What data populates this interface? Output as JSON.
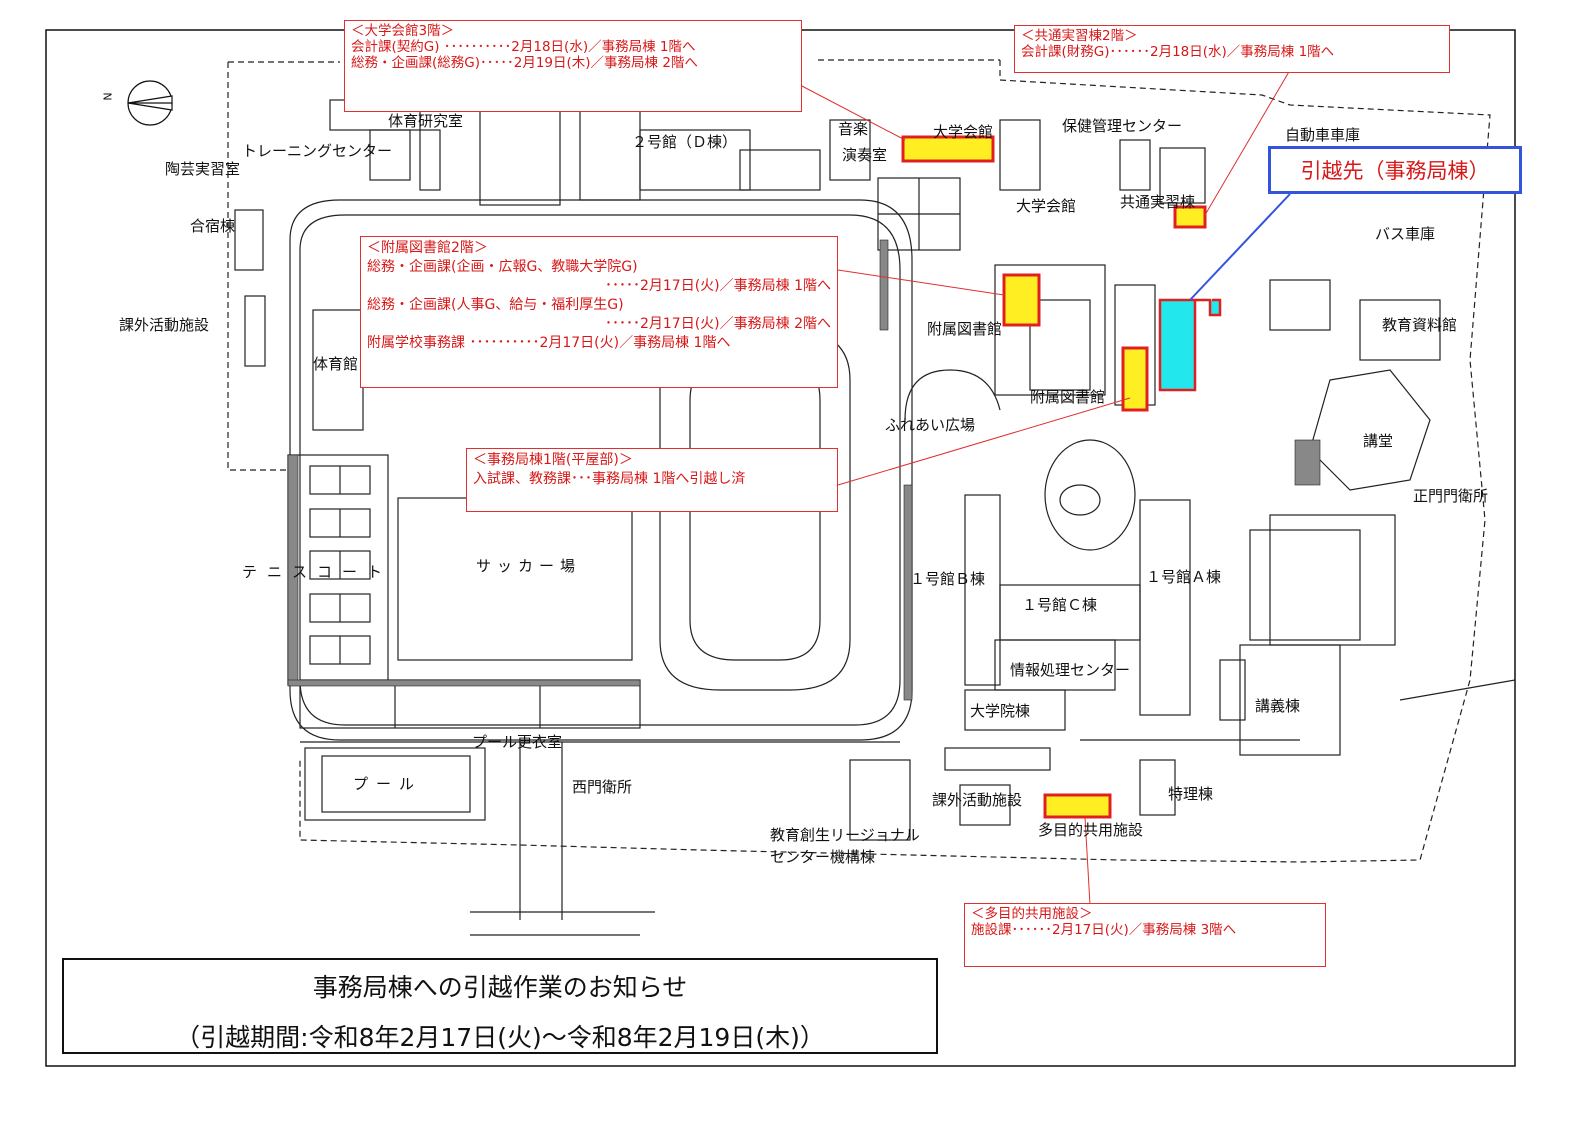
{
  "colors": {
    "highlight_fill": "#ffee22",
    "highlight_stroke": "#e02020",
    "destination_fill": "#22e8ee",
    "note_red": "#d81818",
    "destination_frame": "#3355dd"
  },
  "compass": {
    "label": "N"
  },
  "title": {
    "line1": "事務局棟への引越作業のお知らせ",
    "line2": "（引越期間:令和8年2月17日(火)～令和8年2月19日(木)）"
  },
  "destination": {
    "label": "引越先（事務局棟）"
  },
  "notes": {
    "daigaku_kaikan": {
      "header": "＜大学会館3階＞",
      "lines": [
        "会計課(契約G) ･･････････2月18日(水)／事務局棟 1階へ",
        "総務・企画課(総務G)･････2月19日(木)／事務局棟 2階へ"
      ]
    },
    "kyotsu_jisshu": {
      "header": "＜共通実習棟2階＞",
      "lines": [
        "会計課(財務G)･･････2月18日(水)／事務局棟 1階へ"
      ]
    },
    "fuzoku_tosho": {
      "header": "＜附属図書館2階＞",
      "lines": [
        "総務・企画課(企画・広報G、教職大学院G)",
        "･････2月17日(火)／事務局棟 1階へ",
        "総務・企画課(人事G、給与・福利厚生G)",
        "･････2月17日(火)／事務局棟 2階へ",
        "附属学校事務課 ･･････････2月17日(火)／事務局棟 1階へ"
      ]
    },
    "jimukyoku_1f": {
      "header": "＜事務局棟1階(平屋部)＞",
      "lines": [
        "入試課、教務課･･･事務局棟 1階へ引越し済"
      ]
    },
    "tamokuteki": {
      "header": "＜多目的共用施設＞",
      "lines": [
        "施設課･･････2月17日(火)／事務局棟 3階へ"
      ]
    }
  },
  "labels": {
    "taiiku_kenkyu": "体育研究室",
    "training_center": "トレーニングセンター",
    "togei": "陶芸実習室",
    "gasshuku": "合宿棟",
    "kagai_left": "課外活動施設",
    "taiikukan": "体育館",
    "tennis": "テニスコート",
    "soccer": "サッカー場",
    "pool_locker": "プール更衣室",
    "pool": "プール",
    "saimon": "西門衛所",
    "kyoiku_sosei_1": "教育創生リージョナル",
    "kyoiku_sosei_2": "センター機構棟",
    "kagai_right": "課外活動施設",
    "tamokuteki": "多目的共用施設",
    "tokuri": "特理棟",
    "kogi": "講義棟",
    "daigakuin": "大学院棟",
    "joho_shori": "情報処理センター",
    "b1": "１号館Ｂ棟",
    "c1": "１号館Ｃ棟",
    "a1": "１号館Ａ棟",
    "seimon": "正門門衛所",
    "kodo": "講堂",
    "kyoiku_shiryo": "教育資料館",
    "bus": "バス車庫",
    "jidosha": "自動車車庫",
    "hoken": "保健管理センター",
    "kyotsu_jisshu": "共通実習棟",
    "daigaku_kaikan_top": "大学会館",
    "daigaku_kaikan_mid": "大学会館",
    "ongaku": "音楽",
    "ensou": "演奏室",
    "d_tou": "２号館（Ｄ棟）",
    "fuzoku_tosho_1": "附属図書館",
    "fuzoku_tosho_2": "附属図書館",
    "fureai": "ふれあい広場"
  }
}
